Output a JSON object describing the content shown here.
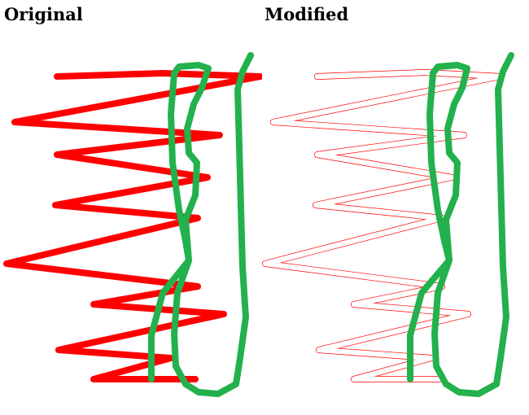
{
  "panels": {
    "original": {
      "title": "Original"
    },
    "modified": {
      "title": "Modified"
    }
  },
  "colors": {
    "red_stroke": "#ff0000",
    "green_stroke": "#22b14c",
    "background": "#ffffff"
  },
  "strokes": {
    "red": "red zigzag",
    "green": "two green vertical loops"
  }
}
